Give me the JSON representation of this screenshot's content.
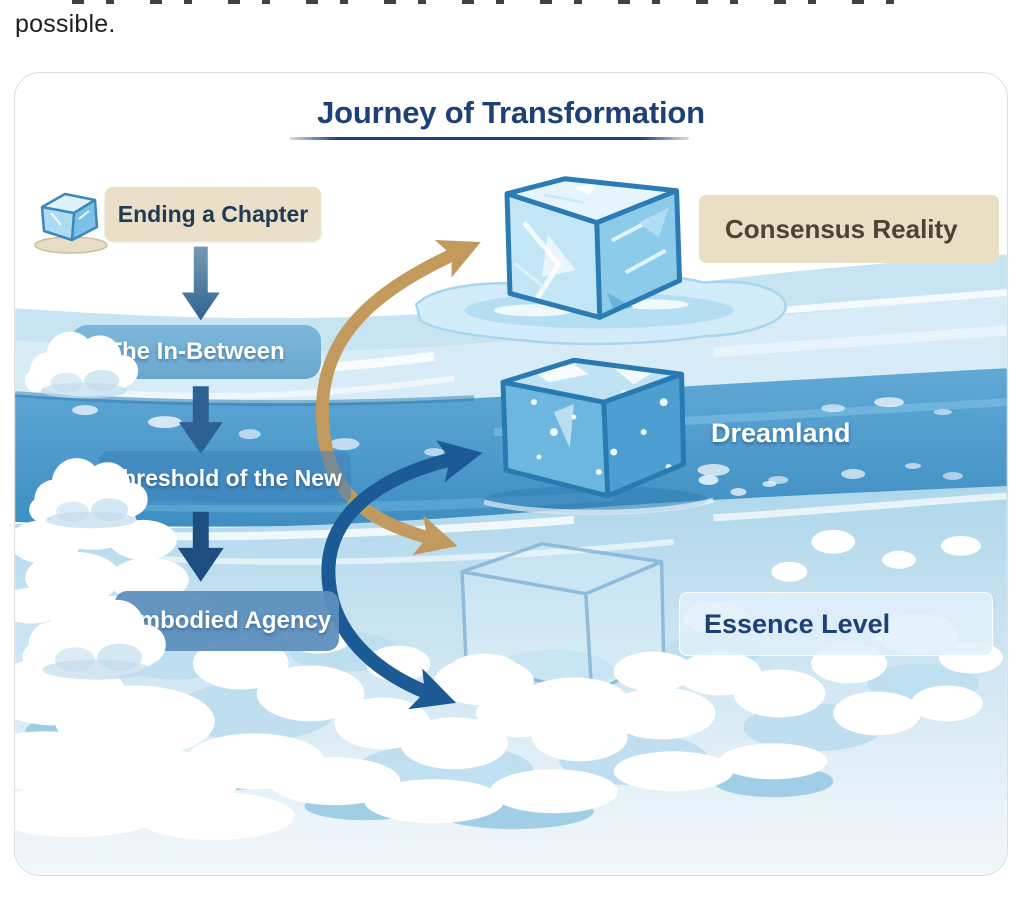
{
  "page": {
    "intro_text": "possible."
  },
  "diagram": {
    "title": "Journey of Transformation",
    "stages": [
      {
        "label": "Ending a Chapter",
        "icon": "ice-cube-icon"
      },
      {
        "label": "The In-Between",
        "icon": "cloud-icon"
      },
      {
        "label": "Threshold of the New",
        "icon": "cloud-icon"
      },
      {
        "label": "Embodied Agency",
        "icon": "cloud-icon"
      }
    ],
    "levels": [
      {
        "label": "Consensus Reality",
        "depicted_as": "solid ice cube above water"
      },
      {
        "label": "Dreamland",
        "depicted_as": "ice cube submerged in water band"
      },
      {
        "label": "Essence Level",
        "depicted_as": "dissolving cube outline in clouds"
      }
    ],
    "colors": {
      "title_navy": "#1d4076",
      "beige_label": "#e8dfc5",
      "blue_label": "#75b0d4",
      "dark_water_band": "#4493c8",
      "arrow_tan": "#c39a5d",
      "arrow_navy": "#1b5a94"
    }
  }
}
